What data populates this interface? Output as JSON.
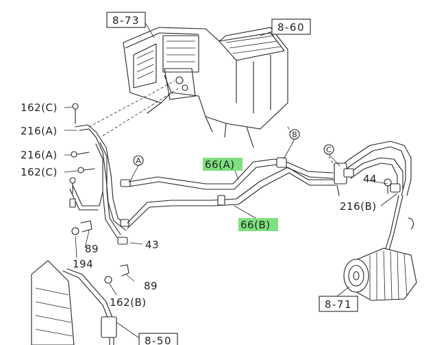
{
  "boxes": {
    "ref_8_73": "8-73",
    "ref_8_60": "8-60",
    "ref_8_71": "8-71",
    "ref_8_50": "8-50"
  },
  "labels": {
    "p162c_top": "162(C)",
    "p216a_top": "216(A)",
    "p216a_bottom": "216(A)",
    "p162c_bottom": "162(C)",
    "p66a": "66(A)",
    "p66b": "66(B)",
    "p44": "44",
    "p216b": "216(B)",
    "p43": "43",
    "p89_top": "89",
    "p89_bottom": "89",
    "p194": "194",
    "p162b": "162(B)"
  },
  "callouts": {
    "a": "A",
    "b": "B",
    "c": "C"
  },
  "colors": {
    "highlight": "#7ee07e",
    "line": "#222222"
  }
}
